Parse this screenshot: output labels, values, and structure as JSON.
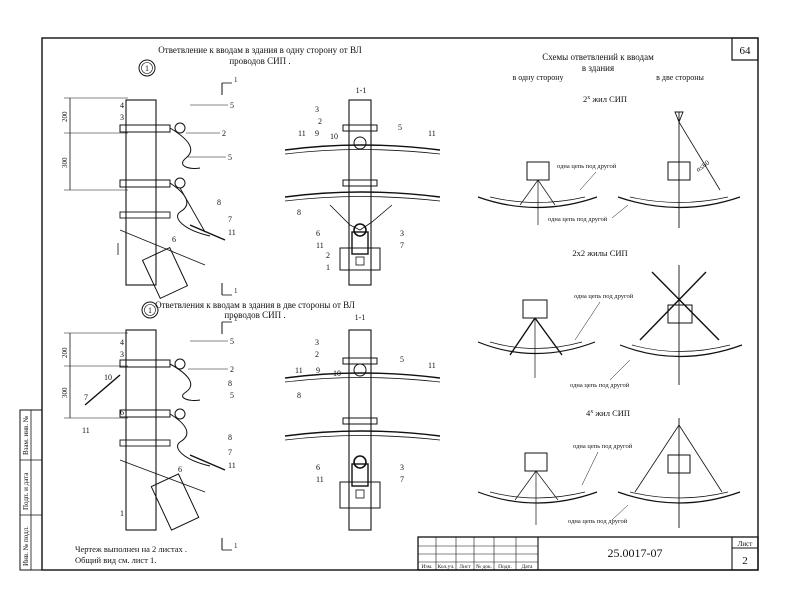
{
  "sheet": {
    "corner_number": "64",
    "title_top": {
      "line1": "Ответвление к вводам в здания в одну сторону от ВЛ",
      "line2": "проводов СИП ."
    },
    "title_bottom": {
      "line1": "Ответвления к вводам в здания в две стороны от ВЛ",
      "line2": "проводов СИП ."
    },
    "circle_top": "1",
    "circle_bottom": "1",
    "section_label": "1-1",
    "section_mark": "1",
    "dims": {
      "d200": "200",
      "d300": "300"
    },
    "note_line1": "Чертеж выполнен на 2 листах .",
    "note_line2": "Общий вид см. лист 1."
  },
  "schemes": {
    "title_line1": "Схемы ответвлений к вводам",
    "title_line2": "в здания",
    "col_one": "в одну сторону",
    "col_two": "в две стороны",
    "row1": "2",
    "row1_sup": "х",
    "row1_tail": " жил СИП",
    "row2": "2х2 жилы СИП",
    "row3": "4",
    "row3_sup": "х",
    "row3_tail": " жил СИП",
    "note": "одна цепь под другой",
    "angle": "α≤60"
  },
  "callouts": {
    "top_view": [
      "4",
      "3",
      "5",
      "2",
      "5",
      "8",
      "7",
      "11",
      "6"
    ],
    "top_section": [
      "1",
      "3",
      "2",
      "9",
      "10",
      "5",
      "11",
      "11",
      "8",
      "6",
      "11",
      "3",
      "7",
      "2",
      "1"
    ],
    "bottom_view": [
      "4",
      "3",
      "5",
      "2",
      "10",
      "8",
      "7",
      "6",
      "11",
      "5",
      "8",
      "7",
      "11",
      "6",
      "1"
    ],
    "bottom_section": [
      "3",
      "2",
      "11",
      "9",
      "10",
      "5",
      "11",
      "8",
      "6",
      "11",
      "3",
      "7"
    ]
  },
  "side_stamp": [
    "Взам. инв. №",
    "Подп. и дата",
    "Инв. № подл."
  ],
  "title_block": {
    "doc_number": "25.0017-07",
    "sheet_label": "Лист",
    "sheet_number": "2",
    "headers": [
      "Изм.",
      "Кол.уч.",
      "Лист",
      "№ док.",
      "Подп.",
      "Дата"
    ]
  }
}
